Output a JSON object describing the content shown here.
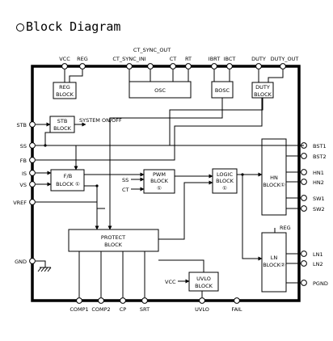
{
  "title": "Block Diagram",
  "pins": {
    "top": [
      "VCC",
      "REG",
      "CT_SYNC_INI",
      "CT",
      "RT",
      "IBRT",
      "IBCT",
      "DUTY",
      "DUTY_OUT"
    ],
    "top_group_label": "CT_SYNC_OUT",
    "left": [
      "STB",
      "SS",
      "FB",
      "IS",
      "VS",
      "VREF",
      "GND"
    ],
    "right": [
      "BST1",
      "BST2",
      "HN1",
      "HN2",
      "SW1",
      "SW2",
      "LN1",
      "LN2",
      "PGND"
    ],
    "bottom": [
      "COMP1",
      "COMP2",
      "CP",
      "SRT",
      "UVLO",
      "FAIL"
    ]
  },
  "blocks": {
    "reg": [
      "REG",
      "BLOCK"
    ],
    "osc": [
      "OSC"
    ],
    "bosc": [
      "BOSC"
    ],
    "duty": [
      "DUTY",
      "BLOCK"
    ],
    "stb": [
      "STB",
      "BLOCK"
    ],
    "fb": [
      "F/B",
      "BLOCK ①"
    ],
    "pwm": [
      "PWM",
      "BLOCK",
      "①"
    ],
    "logic": [
      "LOGIC",
      "BLOCK",
      "①"
    ],
    "hn": [
      "HN",
      "BLOCK①"
    ],
    "ln": [
      "LN",
      "BLOCK②"
    ],
    "protect": [
      "PROTECT",
      "BLOCK"
    ],
    "uvlo": [
      "UVLO",
      "BLOCK"
    ]
  },
  "labels": {
    "system_onoff": "SYSTEM  ON/OFF",
    "pwm_ss": "SS",
    "pwm_ct": "CT",
    "uvlo_vcc": "VCC",
    "ln_reg": "REG"
  }
}
